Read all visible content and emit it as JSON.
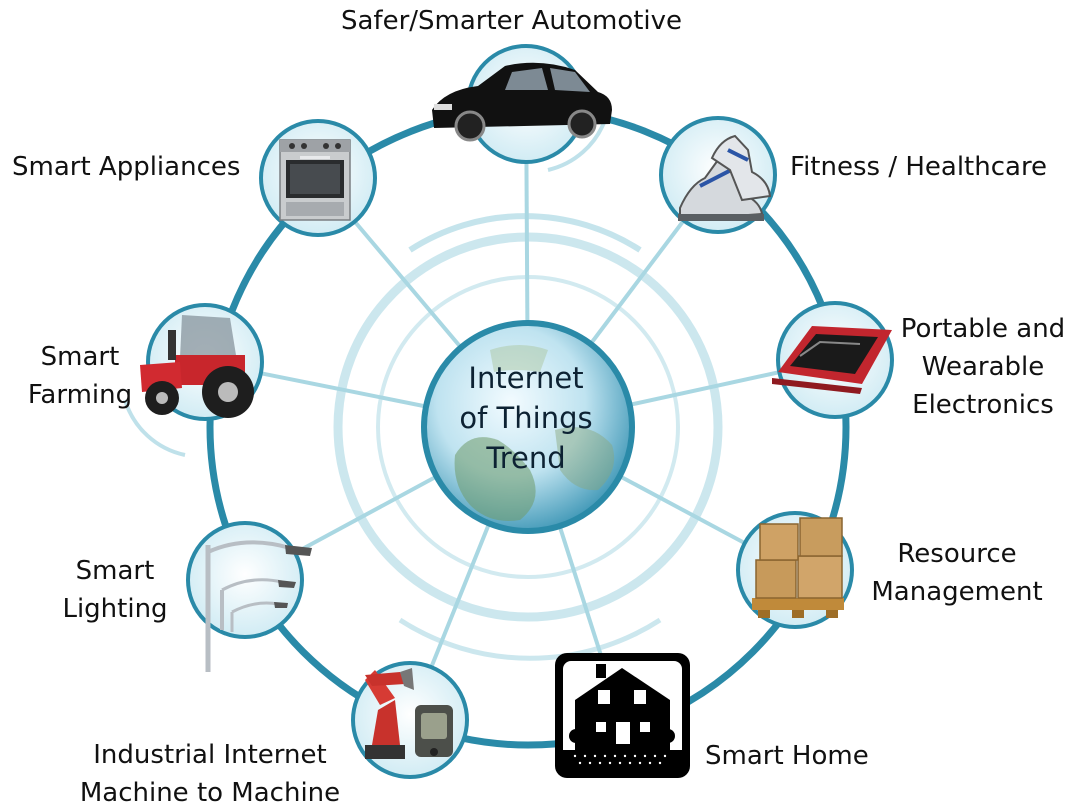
{
  "center": {
    "lines": [
      "Internet",
      "of Things",
      "Trend"
    ]
  },
  "nodes": [
    {
      "id": "automotive",
      "icon": "car-icon",
      "lines": [
        "Safer/Smarter Automotive"
      ]
    },
    {
      "id": "fitness",
      "icon": "sneakers-icon",
      "lines": [
        "Fitness / Healthcare"
      ]
    },
    {
      "id": "portable",
      "icon": "tablet-icon",
      "lines": [
        "Portable and",
        "Wearable",
        "Electronics"
      ]
    },
    {
      "id": "resource",
      "icon": "boxes-pallet-icon",
      "lines": [
        "Resource",
        "Management"
      ]
    },
    {
      "id": "home",
      "icon": "house-icon",
      "lines": [
        "Smart Home"
      ]
    },
    {
      "id": "industrial",
      "icon": "robot-arm-icon",
      "lines": [
        "Industrial Internet",
        "Machine to Machine"
      ]
    },
    {
      "id": "lighting",
      "icon": "street-lamp-icon",
      "lines": [
        "Smart",
        "Lighting"
      ]
    },
    {
      "id": "farming",
      "icon": "tractor-icon",
      "lines": [
        "Smart",
        "Farming"
      ]
    },
    {
      "id": "appliances",
      "icon": "stove-icon",
      "lines": [
        "Smart Appliances"
      ]
    }
  ],
  "colors": {
    "ring": "#2a8aa8",
    "spoke": "#a9d7e2",
    "node_fill": "#dff2f8",
    "node_stroke": "#2a8aa8",
    "globe_light": "#e6f6fc",
    "globe_dark": "#3f97b6"
  }
}
